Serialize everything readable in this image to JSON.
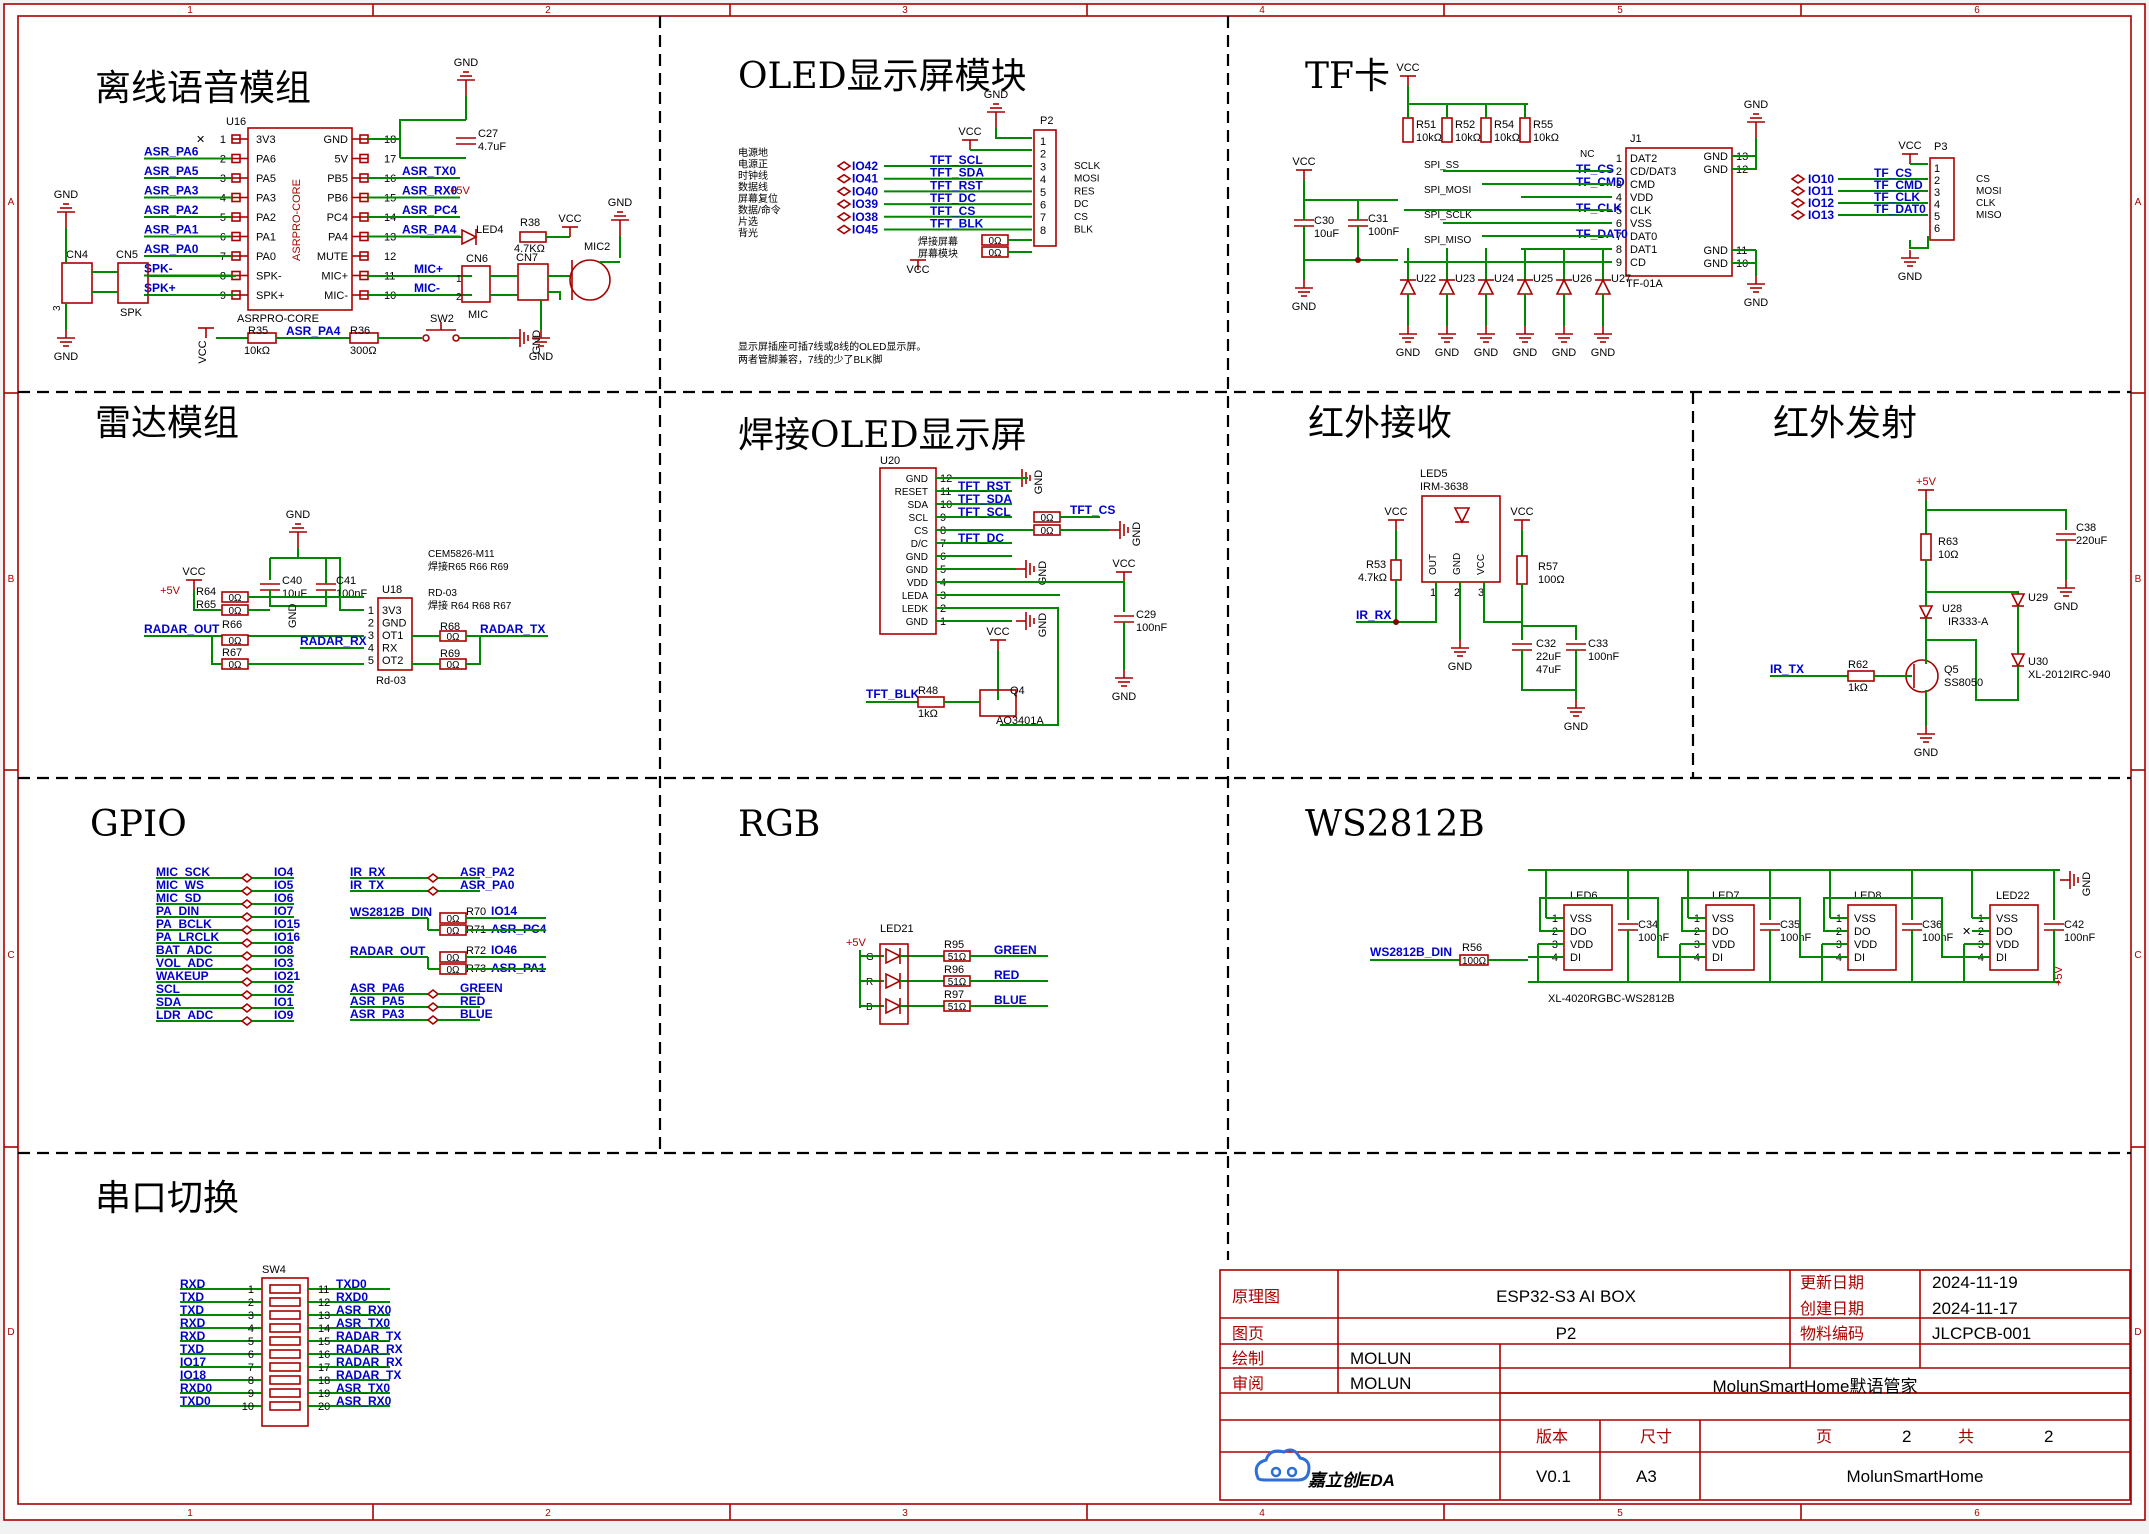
{
  "sections": {
    "offline_voice": "离线语音模组",
    "oled_module": "OLED显示屏模块",
    "tf_card": "TF卡",
    "radar": "雷达模组",
    "solder_oled": "焊接OLED显示屏",
    "ir_rx": "红外接收",
    "ir_tx": "红外发射",
    "gpio": "GPIO",
    "rgb": "RGB",
    "ws2812b": "WS2812B",
    "uart_switch": "串口切换"
  },
  "grid": {
    "cols": [
      "1",
      "2",
      "3",
      "4",
      "5",
      "6"
    ],
    "rows": [
      "A",
      "B",
      "C",
      "D"
    ]
  },
  "voice": {
    "chip_ref": "U16",
    "chip_name": "ASRPRO-CORE",
    "chip_label": "ASRPRO-CORE",
    "left_pins": [
      {
        "n": "1",
        "name": "3V3",
        "net": ""
      },
      {
        "n": "2",
        "name": "PA6",
        "net": "ASR_PA6"
      },
      {
        "n": "3",
        "name": "PA5",
        "net": "ASR_PA5"
      },
      {
        "n": "4",
        "name": "PA3",
        "net": "ASR_PA3"
      },
      {
        "n": "5",
        "name": "PA2",
        "net": "ASR_PA2"
      },
      {
        "n": "6",
        "name": "PA1",
        "net": "ASR_PA1"
      },
      {
        "n": "7",
        "name": "PA0",
        "net": "ASR_PA0"
      },
      {
        "n": "8",
        "name": "SPK-",
        "net": "SPK-"
      },
      {
        "n": "9",
        "name": "SPK+",
        "net": "SPK+"
      }
    ],
    "right_pins": [
      {
        "n": "18",
        "name": "GND",
        "net": ""
      },
      {
        "n": "17",
        "name": "5V",
        "net": ""
      },
      {
        "n": "16",
        "name": "PB5",
        "net": "ASR_TX0"
      },
      {
        "n": "15",
        "name": "PB6",
        "net": "ASR_RX0"
      },
      {
        "n": "14",
        "name": "PC4",
        "net": "ASR_PC4"
      },
      {
        "n": "13",
        "name": "PA4",
        "net": "ASR_PA4"
      },
      {
        "n": "12",
        "name": "MUTE",
        "net": ""
      },
      {
        "n": "11",
        "name": "MIC+",
        "net": "MIC+"
      },
      {
        "n": "10",
        "name": "MIC-",
        "net": "MIC-"
      }
    ],
    "c27": "C27",
    "c27_val": "4.7uF",
    "plus5v": "+5V",
    "led4": "LED4",
    "r38": "R38",
    "r38_val": "4.7KΩ",
    "mic2": "MIC2",
    "cn7": "CN7",
    "cn6": "CN6",
    "cn6_label": "MIC",
    "cn4": "CN4",
    "cn5": "CN5",
    "spk_label": "SPK",
    "r35": "R35",
    "r35_val": "10kΩ",
    "r36": "R36",
    "r36_val": "300Ω",
    "sw2": "SW2",
    "asr_pa4": "ASR_PA4"
  },
  "power": {
    "gnd": "GND",
    "vcc": "VCC",
    "p5v": "+5V"
  },
  "oled": {
    "notes": [
      "电源地",
      "电源正",
      "时钟线",
      "数据线",
      "屏幕复位",
      "数据/命令",
      "片选",
      "背光"
    ],
    "io": [
      "IO42",
      "IO41",
      "IO40",
      "IO39",
      "IO38",
      "IO45"
    ],
    "nets": [
      "TFT_SCL",
      "TFT_SDA",
      "TFT_RST",
      "TFT_DC",
      "TFT_CS",
      "TFT_BLK"
    ],
    "p2": "P2",
    "pins": [
      "1",
      "2",
      "3",
      "4",
      "5",
      "6",
      "7",
      "8"
    ],
    "labels": [
      "SCLK",
      "MOSI",
      "RES",
      "DC",
      "CS",
      "BLK"
    ],
    "solder1": "焊接屏幕",
    "solder2": "屏幕模块",
    "zero": "0Ω",
    "note1": "显示屏插座可插7线或8线的OLED显示屏。",
    "note2": "两者管脚兼容，7线的少了BLK脚"
  },
  "tf": {
    "resistors": [
      {
        "ref": "R51",
        "val": "10kΩ"
      },
      {
        "ref": "R52",
        "val": "10kΩ"
      },
      {
        "ref": "R54",
        "val": "10kΩ"
      },
      {
        "ref": "R55",
        "val": "10kΩ"
      }
    ],
    "spi": [
      "SPI_SS",
      "SPI_MOSI",
      "SPI_SCLK",
      "SPI_MISO"
    ],
    "j1": "J1",
    "j1_part": "TF-01A",
    "j1_pins_left": [
      {
        "n": "1",
        "name": "DAT2",
        "net": ""
      },
      {
        "n": "2",
        "name": "CD/DAT3",
        "net": "TF_CS"
      },
      {
        "n": "3",
        "name": "CMD",
        "net": "TF_CMD"
      },
      {
        "n": "4",
        "name": "VDD",
        "net": ""
      },
      {
        "n": "5",
        "name": "CLK",
        "net": "TF_CLK"
      },
      {
        "n": "6",
        "name": "VSS",
        "net": ""
      },
      {
        "n": "7",
        "name": "DAT0",
        "net": "TF_DAT0"
      },
      {
        "n": "8",
        "name": "DAT1",
        "net": ""
      },
      {
        "n": "9",
        "name": "CD",
        "net": ""
      }
    ],
    "j1_pins_right": [
      {
        "n": "13",
        "name": "GND"
      },
      {
        "n": "12",
        "name": "GND"
      },
      {
        "n": "11",
        "name": "GND"
      },
      {
        "n": "10",
        "name": "GND"
      }
    ],
    "nc": "NC",
    "c30": "C30",
    "c30_val": "10uF",
    "c31": "C31",
    "c31_val": "100nF",
    "tvs": [
      "U22",
      "U23",
      "U24",
      "U25",
      "U26",
      "U27"
    ],
    "p3": "P3",
    "p3_io": [
      "IO10",
      "IO11",
      "IO12",
      "IO13"
    ],
    "p3_nets": [
      "TF_CS",
      "TF_CMD",
      "TF_CLK",
      "TF_DAT0"
    ],
    "p3_pins": [
      "1",
      "2",
      "3",
      "4",
      "5",
      "6"
    ],
    "p3_labels": [
      "CS",
      "MOSI",
      "CLK",
      "MISO"
    ]
  },
  "radar": {
    "u18": "U18",
    "part": "Rd-03",
    "pins": [
      {
        "n": "1",
        "name": "3V3"
      },
      {
        "n": "2",
        "name": "GND"
      },
      {
        "n": "3",
        "name": "OT1"
      },
      {
        "n": "4",
        "name": "RX"
      },
      {
        "n": "5",
        "name": "OT2"
      }
    ],
    "note1": "CEM5826-M11",
    "note2": "焊接R65 R66 R69",
    "note3": "RD-03",
    "note4": "焊接 R64 R68 R67",
    "c40": "C40",
    "c40_val": "10uF",
    "c41": "C41",
    "c41_val": "100nF",
    "r64": "R64",
    "r65": "R65",
    "r66": "R66",
    "r67": "R67",
    "r68": "R68",
    "r69": "R69",
    "zero": "0Ω",
    "radar_out": "RADAR_OUT",
    "radar_rx": "RADAR_RX",
    "radar_tx": "RADAR_TX"
  },
  "solder_oled": {
    "u20": "U20",
    "pins": [
      {
        "n": "12",
        "name": "GND",
        "net": ""
      },
      {
        "n": "11",
        "name": "RESET",
        "net": "TFT_RST"
      },
      {
        "n": "10",
        "name": "SDA",
        "net": "TFT_SDA"
      },
      {
        "n": "9",
        "name": "SCL",
        "net": "TFT_SCL"
      },
      {
        "n": "8",
        "name": "CS",
        "net": ""
      },
      {
        "n": "7",
        "name": "D/C",
        "net": "TFT_DC"
      },
      {
        "n": "6",
        "name": "GND",
        "net": ""
      },
      {
        "n": "5",
        "name": "GND",
        "net": ""
      },
      {
        "n": "4",
        "name": "VDD",
        "net": ""
      },
      {
        "n": "3",
        "name": "LEDA",
        "net": ""
      },
      {
        "n": "2",
        "name": "LEDK",
        "net": ""
      },
      {
        "n": "1",
        "name": "GND",
        "net": ""
      }
    ],
    "tft_cs": "TFT_CS",
    "c29": "C29",
    "c29_val": "100nF",
    "q4": "Q4",
    "q4_part": "AO3401A",
    "r48": "R48",
    "r48_val": "1kΩ",
    "tft_blk": "TFT_BLK"
  },
  "irrx": {
    "led5": "LED5",
    "part": "IRM-3638",
    "pins": [
      "OUT",
      "GND",
      "VCC"
    ],
    "pin_nums": [
      "1",
      "2",
      "3"
    ],
    "r53": "R53",
    "r53_val": "4.7kΩ",
    "r57": "R57",
    "r57_val": "100Ω",
    "c32": "C32",
    "c32_val1": "22uF",
    "c32_val2": "47uF",
    "c33": "C33",
    "c33_val": "100nF",
    "ir_rx": "IR_RX"
  },
  "irtx": {
    "r63": "R63",
    "r63_val": "10Ω",
    "c38": "C38",
    "c38_val": "220uF",
    "u28": "U28",
    "u28_part": "IR333-A",
    "u29": "U29",
    "u30": "U30",
    "u30_part": "XL-2012IRC-940",
    "q5": "Q5",
    "q5_part": "SS8050",
    "r62": "R62",
    "r62_val": "1kΩ",
    "ir_tx": "IR_TX"
  },
  "gpio": {
    "left": [
      {
        "net": "MIC_SCK",
        "io": "IO4"
      },
      {
        "net": "MIC_WS",
        "io": "IO5"
      },
      {
        "net": "MIC_SD",
        "io": "IO6"
      },
      {
        "net": "PA_DIN",
        "io": "IO7"
      },
      {
        "net": "PA_BCLK",
        "io": "IO15"
      },
      {
        "net": "PA_LRCLK",
        "io": "IO16"
      },
      {
        "net": "BAT_ADC",
        "io": "IO8"
      },
      {
        "net": "VOL_ADC",
        "io": "IO3"
      },
      {
        "net": "WAKEUP",
        "io": "IO21"
      },
      {
        "net": "SCL",
        "io": "IO2"
      },
      {
        "net": "SDA",
        "io": "IO1"
      },
      {
        "net": "LDR_ADC",
        "io": "IO9"
      }
    ],
    "right_top": [
      {
        "net": "IR_RX",
        "io": "ASR_PA2"
      },
      {
        "net": "IR_TX",
        "io": "ASR_PA0"
      }
    ],
    "ws_din": "WS2812B_DIN",
    "r70": "R70",
    "r71": "R71",
    "io14": "IO14",
    "asr_pc4": "ASR_PC4",
    "radar_out": "RADAR_OUT",
    "r72": "R72",
    "r73": "R73",
    "io46": "IO46",
    "asr_pa1": "ASR_PA1",
    "right_bottom": [
      {
        "net": "ASR_PA6",
        "io": "GREEN"
      },
      {
        "net": "ASR_PA5",
        "io": "RED"
      },
      {
        "net": "ASR_PA3",
        "io": "BLUE"
      }
    ]
  },
  "rgb": {
    "led21": "LED21",
    "letters": [
      "G",
      "R",
      "B"
    ],
    "res": [
      {
        "ref": "R95",
        "val": "51Ω",
        "net": "GREEN"
      },
      {
        "ref": "R96",
        "val": "51Ω",
        "net": "RED"
      },
      {
        "ref": "R97",
        "val": "51Ω",
        "net": "BLUE"
      }
    ]
  },
  "ws": {
    "din": "WS2812B_DIN",
    "r56": "R56",
    "r56_val": "100Ω",
    "leds": [
      {
        "ref": "LED6",
        "cap": "C34",
        "cap_val": "100nF"
      },
      {
        "ref": "LED7",
        "cap": "C35",
        "cap_val": "100nF"
      },
      {
        "ref": "LED8",
        "cap": "C36",
        "cap_val": "100nF"
      },
      {
        "ref": "LED22",
        "cap": "C42",
        "cap_val": "100nF"
      }
    ],
    "pin_names": [
      "VSS",
      "DO",
      "VDD",
      "DI"
    ],
    "pin_nums": [
      "1",
      "2",
      "3",
      "4"
    ],
    "part": "XL-4020RGBC-WS2812B"
  },
  "uart": {
    "sw4": "SW4",
    "left": [
      {
        "n": "1",
        "net": "RXD"
      },
      {
        "n": "2",
        "net": "TXD"
      },
      {
        "n": "3",
        "net": "TXD"
      },
      {
        "n": "4",
        "net": "RXD"
      },
      {
        "n": "5",
        "net": "RXD"
      },
      {
        "n": "6",
        "net": "TXD"
      },
      {
        "n": "7",
        "net": "IO17"
      },
      {
        "n": "8",
        "net": "IO18"
      },
      {
        "n": "9",
        "net": "RXD0"
      },
      {
        "n": "10",
        "net": "TXD0"
      }
    ],
    "right": [
      {
        "n": "11",
        "net": "TXD0"
      },
      {
        "n": "12",
        "net": "RXD0"
      },
      {
        "n": "13",
        "net": "ASR_RX0"
      },
      {
        "n": "14",
        "net": "ASR_TX0"
      },
      {
        "n": "15",
        "net": "RADAR_TX"
      },
      {
        "n": "16",
        "net": "RADAR_RX"
      },
      {
        "n": "17",
        "net": "RADAR_RX"
      },
      {
        "n": "18",
        "net": "RADAR_TX"
      },
      {
        "n": "19",
        "net": "ASR_TX0"
      },
      {
        "n": "20",
        "net": "ASR_RX0"
      }
    ]
  },
  "titleblock": {
    "schematic_label": "原理图",
    "project": "ESP32-S3 AI BOX",
    "updated_label": "更新日期",
    "updated": "2024-11-19",
    "created_label": "创建日期",
    "created": "2024-11-17",
    "page_label": "图页",
    "page": "P2",
    "part_label": "物料编码",
    "part": "JLCPCB-001",
    "drawn_label": "绘制",
    "drawn": "MOLUN",
    "review_label": "审阅",
    "review": "MOLUN",
    "company": "MolunSmartHome默语管家",
    "logo": "嘉立创EDA",
    "version_label": "版本",
    "version": "V0.1",
    "size_label": "尺寸",
    "size": "A3",
    "page_no_label": "页",
    "page_no": "2",
    "total_label": "共",
    "total": "2",
    "brand": "MolunSmartHome"
  }
}
